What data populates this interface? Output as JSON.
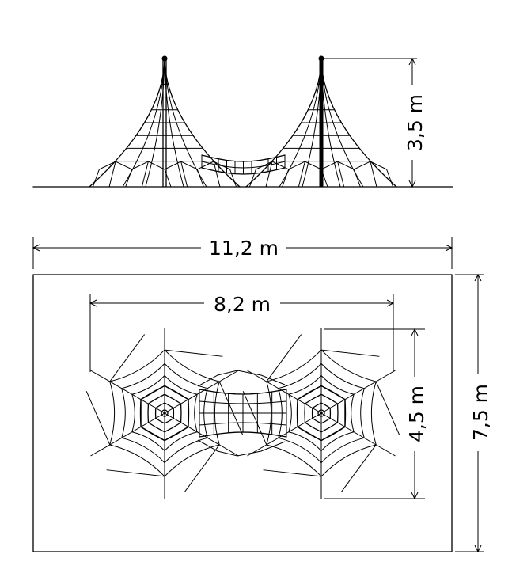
{
  "drawing": {
    "dimensions": {
      "total_length": "11,2 m",
      "total_width": "7,5 m",
      "net_length": "8,2 m",
      "net_width": "4,5 m",
      "height": "3,5 m"
    },
    "line_color": "#000000",
    "background_color": "#ffffff"
  }
}
